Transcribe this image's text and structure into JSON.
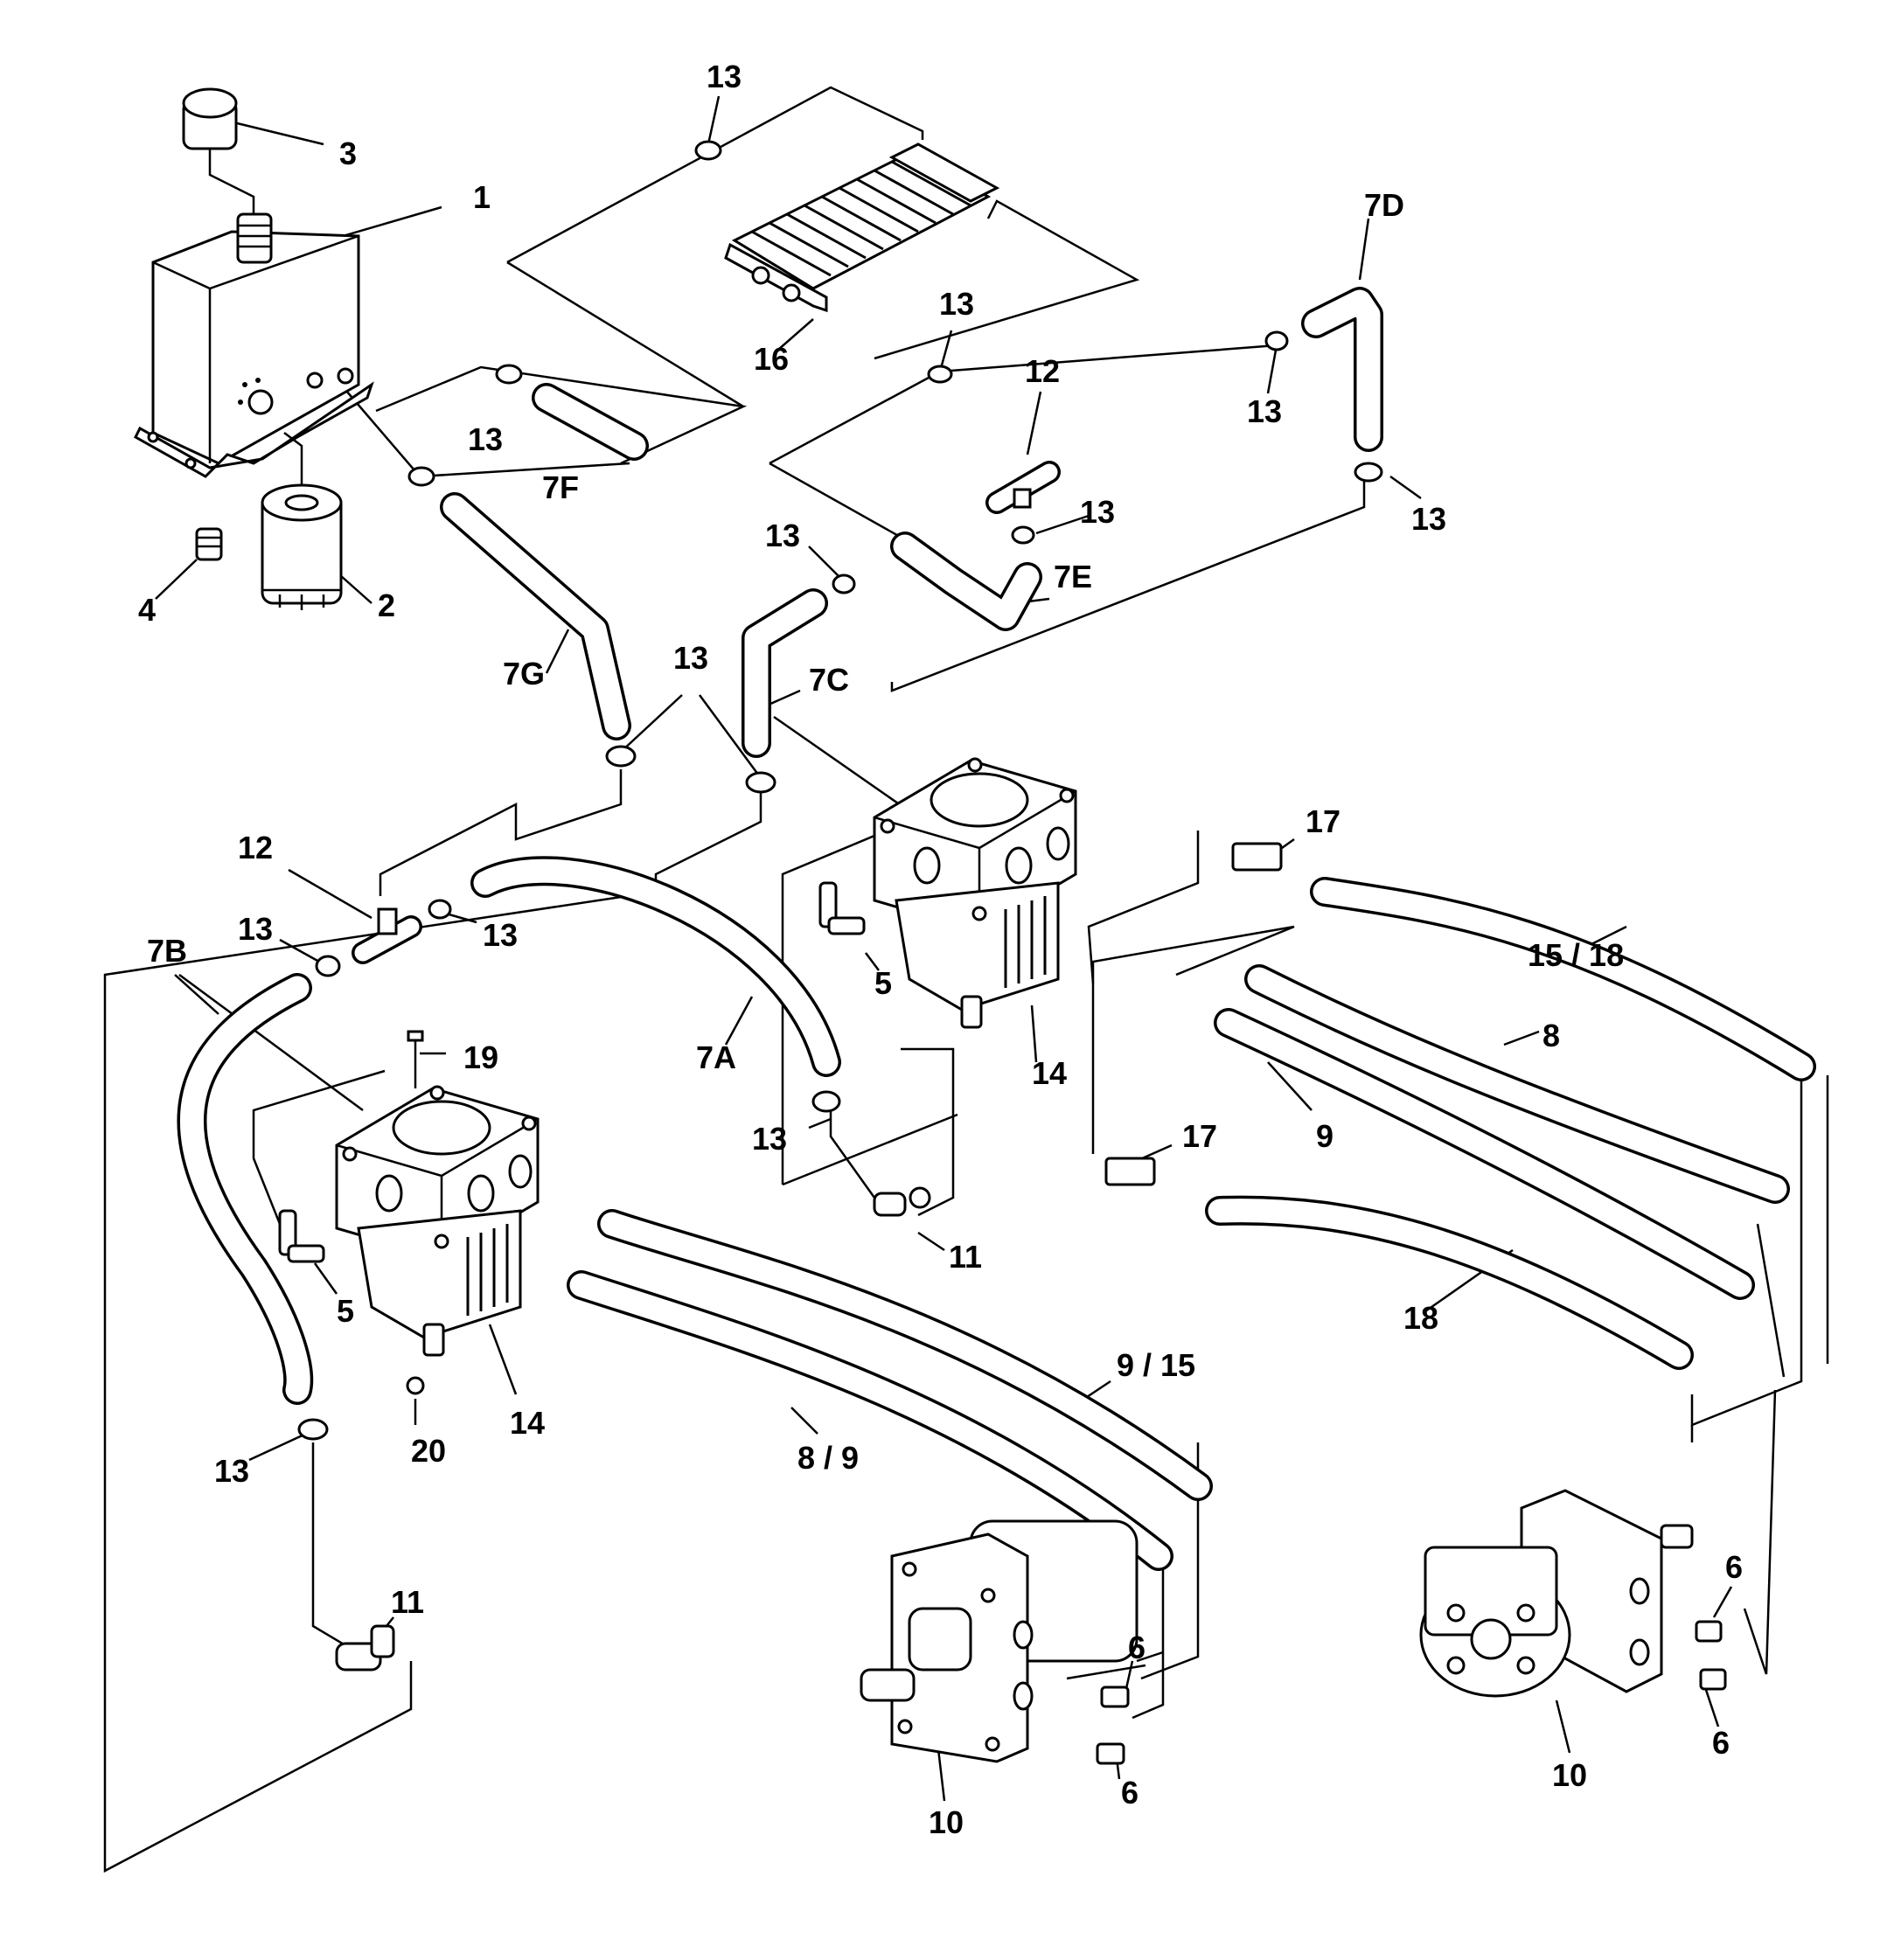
{
  "diagram": {
    "labels": [
      {
        "id": "l3",
        "text": "3"
      },
      {
        "id": "l1",
        "text": "1"
      },
      {
        "id": "l4",
        "text": "4"
      },
      {
        "id": "l2",
        "text": "2"
      },
      {
        "id": "l13_top",
        "text": "13"
      },
      {
        "id": "l16",
        "text": "16"
      },
      {
        "id": "l13_cooler",
        "text": "13"
      },
      {
        "id": "l13_7f",
        "text": "13"
      },
      {
        "id": "l7F",
        "text": "7F"
      },
      {
        "id": "l7D",
        "text": "7D"
      },
      {
        "id": "l12_top",
        "text": "12"
      },
      {
        "id": "l13_7d",
        "text": "13"
      },
      {
        "id": "l13_7e",
        "text": "13"
      },
      {
        "id": "l13_7d_low",
        "text": "13"
      },
      {
        "id": "l13_7c",
        "text": "13"
      },
      {
        "id": "l7E",
        "text": "7E"
      },
      {
        "id": "l7G",
        "text": "7G"
      },
      {
        "id": "l13_mid",
        "text": "13"
      },
      {
        "id": "l7C",
        "text": "7C"
      },
      {
        "id": "l12_left",
        "text": "12"
      },
      {
        "id": "l13_7b",
        "text": "13"
      },
      {
        "id": "l13_7a",
        "text": "13"
      },
      {
        "id": "l7B",
        "text": "7B"
      },
      {
        "id": "l17_top",
        "text": "17"
      },
      {
        "id": "l5_right",
        "text": "5"
      },
      {
        "id": "l15_18",
        "text": "15 / 18"
      },
      {
        "id": "l7A",
        "text": "7A"
      },
      {
        "id": "l14_right",
        "text": "14"
      },
      {
        "id": "l8",
        "text": "8"
      },
      {
        "id": "l19",
        "text": "19"
      },
      {
        "id": "l9",
        "text": "9"
      },
      {
        "id": "l17_mid",
        "text": "17"
      },
      {
        "id": "l13_11",
        "text": "13"
      },
      {
        "id": "l11_mid",
        "text": "11"
      },
      {
        "id": "l5_left",
        "text": "5"
      },
      {
        "id": "l18",
        "text": "18"
      },
      {
        "id": "l9_15",
        "text": "9 / 15"
      },
      {
        "id": "l20",
        "text": "20"
      },
      {
        "id": "l14_left",
        "text": "14"
      },
      {
        "id": "l13_bottom",
        "text": "13"
      },
      {
        "id": "l8_9",
        "text": "8 / 9"
      },
      {
        "id": "l11_bottom",
        "text": "11"
      },
      {
        "id": "l6_mid",
        "text": "6"
      },
      {
        "id": "l6_mid_low",
        "text": "6"
      },
      {
        "id": "l10_mid",
        "text": "10"
      },
      {
        "id": "l6_right",
        "text": "6"
      },
      {
        "id": "l6_right_low",
        "text": "6"
      },
      {
        "id": "l10_right",
        "text": "10"
      }
    ]
  }
}
